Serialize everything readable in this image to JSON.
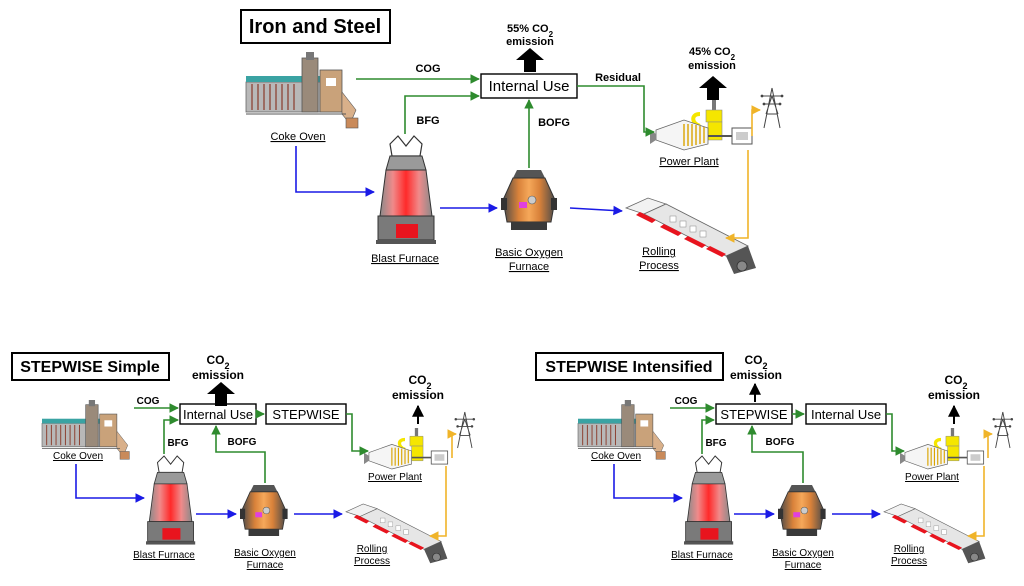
{
  "panels": [
    {
      "title": "Iron and Steel",
      "labels": {
        "coke_oven": "Coke Oven",
        "blast_furnace": "Blast Furnace",
        "bof_line1": "Basic Oxygen",
        "bof_line2": "Furnace",
        "rolling_line1": "Rolling",
        "rolling_line2": "Process",
        "power_plant": "Power Plant"
      },
      "gases": {
        "cog": "COG",
        "bfg": "BFG",
        "bofg": "BOFG",
        "residual": "Residual"
      },
      "box1": "Internal Use",
      "emission_internal": {
        "pct": "55%",
        "word": "emission"
      },
      "emission_power": {
        "pct": "45%",
        "word": "emission"
      }
    },
    {
      "title": "STEPWISE Simple",
      "labels": {
        "coke_oven": "Coke Oven",
        "blast_furnace": "Blast Furnace",
        "bof_line1": "Basic Oxygen",
        "bof_line2": "Furnace",
        "rolling_line1": "Rolling",
        "rolling_line2": "Process",
        "power_plant": "Power Plant"
      },
      "gases": {
        "cog": "COG",
        "bfg": "BFG",
        "bofg": "BOFG"
      },
      "box1": "Internal Use",
      "box2": "STEPWISE",
      "emission_internal": {
        "word": "emission"
      },
      "emission_power": {
        "word": "emission"
      }
    },
    {
      "title": "STEPWISE Intensified",
      "labels": {
        "coke_oven": "Coke Oven",
        "blast_furnace": "Blast Furnace",
        "bof_line1": "Basic Oxygen",
        "bof_line2": "Furnace",
        "rolling_line1": "Rolling",
        "rolling_line2": "Process",
        "power_plant": "Power Plant"
      },
      "gases": {
        "cog": "COG",
        "bfg": "BFG",
        "bofg": "BOFG"
      },
      "box1": "STEPWISE",
      "box2": "Internal Use",
      "emission_internal": {
        "word": "emission"
      },
      "emission_power": {
        "word": "emission"
      }
    }
  ],
  "co2": {
    "base": "CO",
    "sub": "2"
  },
  "colors": {
    "gas_line": "#2e8b2e",
    "material_line": "#1a1ae6",
    "power_line": "#f0b429",
    "furnace_red": "#e8141e",
    "steam_yellow": "#f5e600"
  }
}
